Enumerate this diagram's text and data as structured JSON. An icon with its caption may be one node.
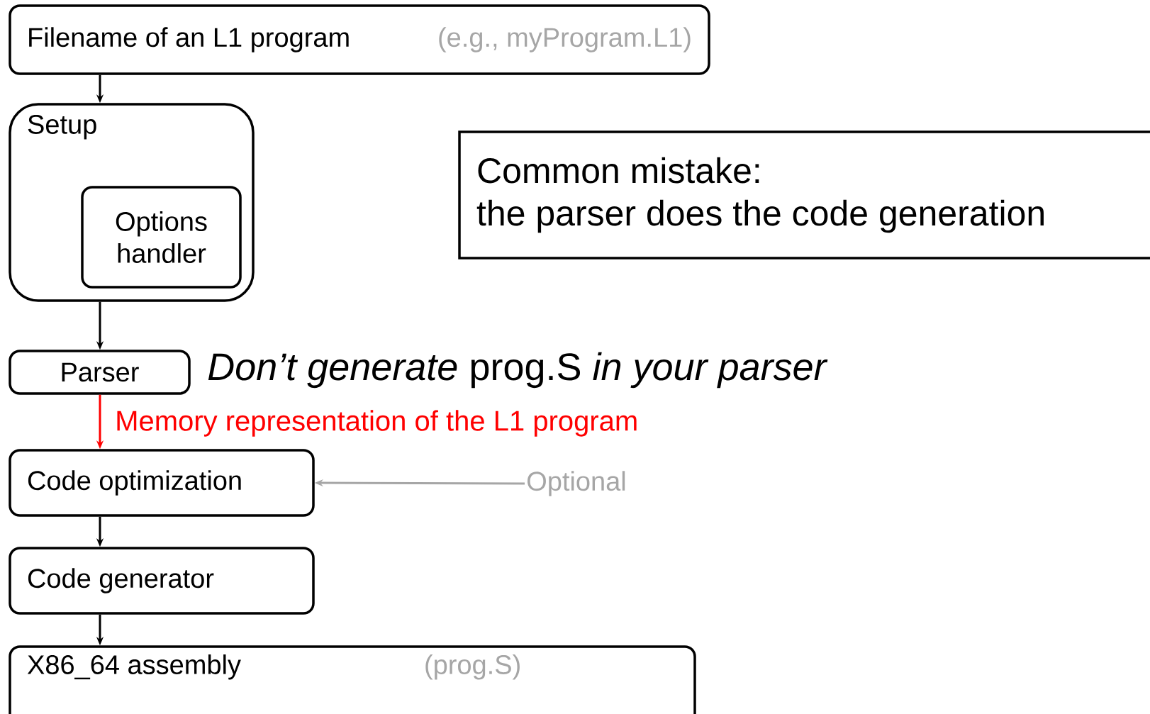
{
  "diagram": {
    "nodes": [
      {
        "text": [
          "Filename of an L1 program",
          "(e.g., myProgram.L1)"
        ]
      },
      {
        "text": [
          "Setup"
        ]
      },
      {
        "text": [
          "Options handler"
        ],
        "in": 1
      },
      {
        "text": [
          "Parser"
        ]
      },
      {
        "text": [
          "Code optimization"
        ]
      },
      {
        "text": [
          "Code generator"
        ]
      },
      {
        "text": [
          "X86_64 assembly",
          "(prog.S)"
        ]
      },
      {
        "text": [
          "Common mistake:",
          "the parser does the code generation"
        ]
      },
      {
        "text": [
          "Optional"
        ]
      }
    ],
    "edges": [
      {
        "from": 0,
        "to": 1,
        "arrow": "to"
      },
      {
        "from": 1,
        "to": 3,
        "arrow": "to"
      },
      {
        "from": 3,
        "to": 4,
        "arrow": "to",
        "label": "Memory representation of the L1 program",
        "color": "#ff0000"
      },
      {
        "from": 4,
        "to": 5,
        "arrow": "to"
      },
      {
        "from": 5,
        "to": 6,
        "arrow": "to"
      },
      {
        "from": 8,
        "to": 4,
        "arrow": "to",
        "color": "#a6a6a6"
      }
    ],
    "labels": [
      "*Don’t generate* prog.S *in your parser*"
    ]
  }
}
